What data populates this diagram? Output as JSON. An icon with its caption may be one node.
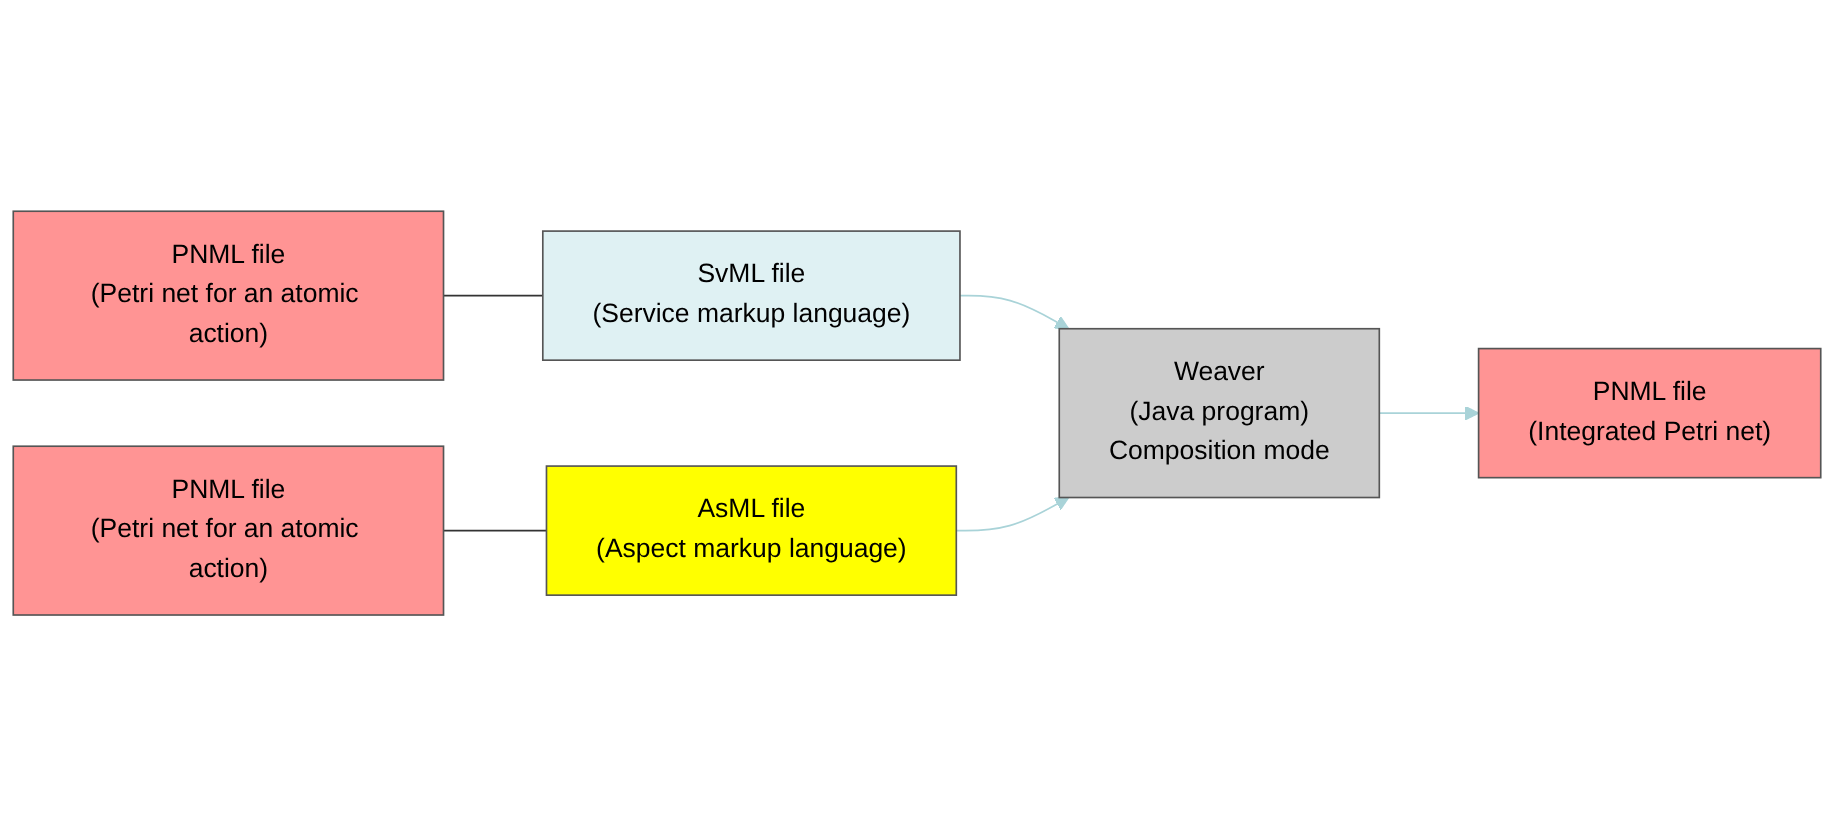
{
  "diagram": {
    "nodes": [
      {
        "text": [
          "SvML file",
          "(Service markup language)"
        ]
      },
      {
        "text": [
          "PNML file",
          "(Petri net for an atomic action)"
        ]
      },
      {
        "text": [
          "Weaver",
          "(Java program)",
          "Composition mode"
        ]
      },
      {
        "text": [
          "PNML file",
          "(Integrated Petri net)"
        ]
      },
      {
        "text": [
          "AsML file",
          "(Aspect markup language)"
        ]
      },
      {
        "text": [
          "PNML file",
          "(Petri net for an atomic action)"
        ]
      }
    ],
    "edges": [
      {
        "from": 0,
        "to": 2,
        "arrow": "to",
        "color": "#a9d3d8"
      },
      {
        "from": 2,
        "to": 3,
        "arrow": "to",
        "color": "#a9d3d8"
      },
      {
        "from": 4,
        "to": 2,
        "arrow": "to",
        "color": "#a9d3d8"
      },
      {
        "from": 1,
        "to": 0,
        "arrow": "none",
        "color": "#333333"
      },
      {
        "from": 5,
        "to": 4,
        "arrow": "none",
        "color": "#333333"
      }
    ]
  }
}
